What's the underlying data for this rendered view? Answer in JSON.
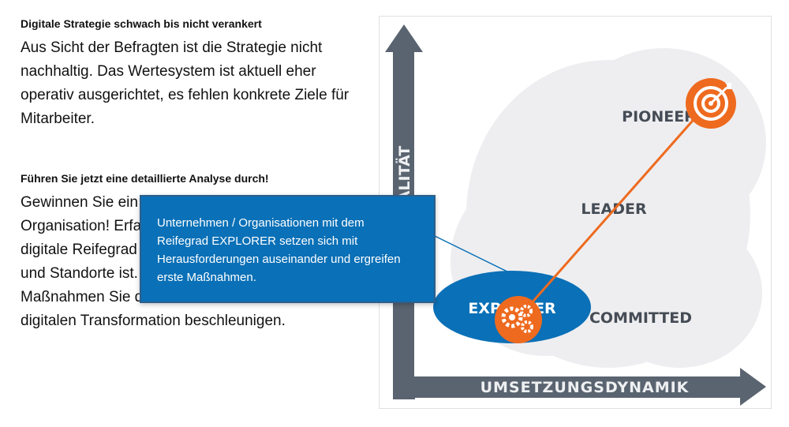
{
  "text": {
    "heading1": "Digitale Strategie schwach bis nicht verankert",
    "para1": "Aus Sicht der Befragten ist die Strategie nicht nachhaltig. Das Wertesystem ist aktuell eher operativ ausgerichtet, es fehlen konkrete Ziele für Mitarbeiter.",
    "heading2": "Führen Sie jetzt eine detaillierte Analyse durch!",
    "para2": "Gewinnen Sie ein ... Organisation! Erfa... digitale Reifegrad... und Standorte ist... Maßnahmen Sie d... digitalen Transformation beschleunigen.",
    "para2_lines": [
      "Gewinnen Sie ein",
      "Organisation! Erfa",
      "digitale Reifegrad",
      "und Standorte ist.",
      "Maßnahmen Sie d",
      "digitalen Transformation beschleunigen."
    ]
  },
  "diagram": {
    "y_axis_label": "QUALITÄT",
    "x_axis_label": "UMSETZUNGSDYNAMIK",
    "stages": {
      "pioneer": "PIONEER",
      "leader": "LEADER",
      "committed": "COMMITTED",
      "explorer": "EXPLORER"
    },
    "icons": {
      "pioneer": "target-icon",
      "explorer": "gears-icon"
    },
    "colors": {
      "axis": "#5a6470",
      "cloud": "#eeeef0",
      "explorer_ellipse": "#0a70b7",
      "marker": "#ee6a1f",
      "stage_text": "#454c55"
    }
  },
  "tooltip": {
    "text": "Unternehmen / Organisationen mit dem Reifegrad EXPLORER setzen sich mit Herausforderungen auseinander und ergreifen erste Maßnahmen.",
    "color": "#0a70b7"
  }
}
